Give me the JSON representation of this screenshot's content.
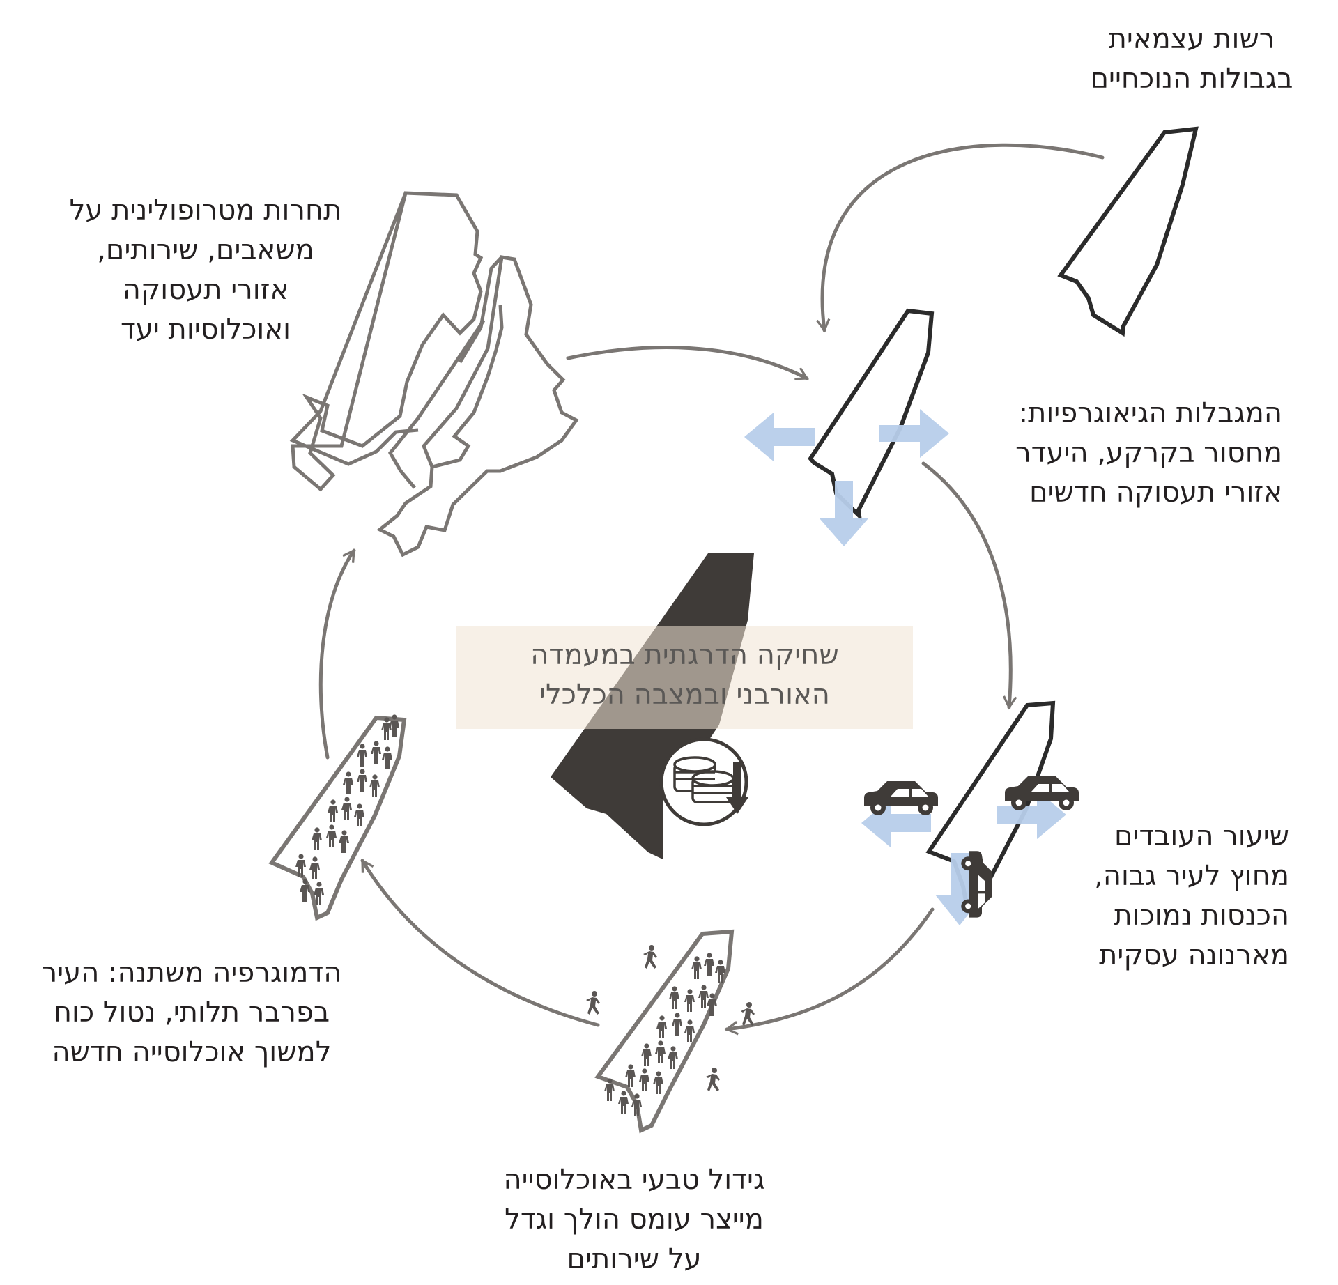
{
  "labels": {
    "autonomy": [
      "רשות עצמאית",
      "בגבולות הנוכחיים"
    ],
    "competition": [
      "תחרות מטרופולינית על",
      "משאבים, שירותים,",
      "אזורי תעסוקה",
      "ואוכלוסיות יעד"
    ],
    "geographic": [
      "המגבלות הגיאוגרפיות:",
      "מחסור בקרקע, היעדר",
      "אזורי תעסוקה חדשים"
    ],
    "workers": [
      "שיעור העובדים",
      "מחוץ לעיר גבוה,",
      "הכנסות נמוכות",
      "מארנונה עסקית"
    ],
    "growth": [
      "גידול טבעי באוכלוסייה",
      "מייצר עומס הולך וגדל",
      "על שירותים"
    ],
    "demography": [
      "הדמוגרפיה משתנה: העיר",
      "בפרבר תלותי, נטול כוח",
      "למשוך אוכלוסייה חדשה"
    ],
    "center": [
      "שחיקה הדרגתית במעמדה",
      "האורבני ובמצבה הכלכלי"
    ]
  },
  "colors": {
    "outline": "#2b2b2b",
    "arrow": "#7a7673",
    "fill_dark": "#3f3b38",
    "accent_blue": "#b7cdea",
    "center_box": "#f5efe5"
  },
  "icons": [
    "car-icon",
    "people-icon",
    "walking-person-icon",
    "coins-down-icon"
  ]
}
